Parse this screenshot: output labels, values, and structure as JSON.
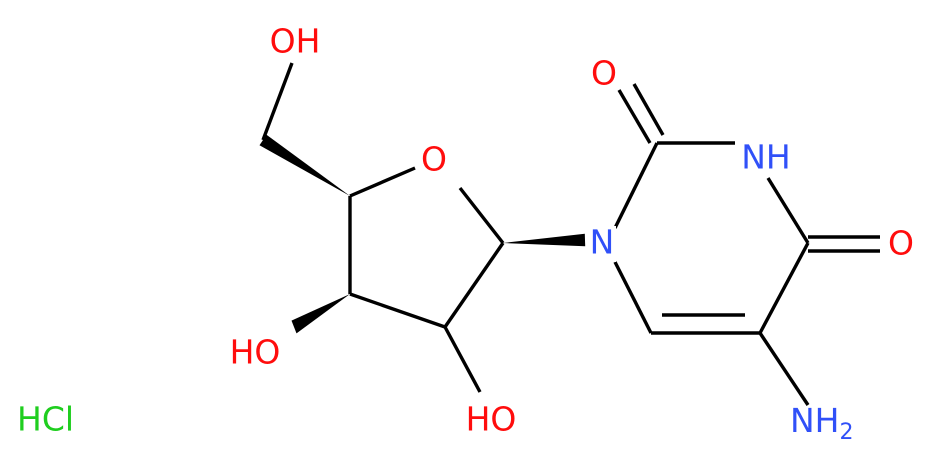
{
  "diagram": {
    "type": "chemical-structure",
    "colors": {
      "bond": "#000000",
      "oxygen": "#ff0d0d",
      "nitrogen": "#3050f8",
      "chlorine": "#1fce1f"
    },
    "atoms": {
      "o_ring": "O",
      "oh_top": "OH",
      "ho_left": "HO",
      "ho_bottom": "HO",
      "o_c2": "O",
      "nh": "NH",
      "o_c4": "O",
      "n1": "N",
      "nh2_main": "NH",
      "nh2_sub": "2",
      "hcl": "HCl"
    }
  }
}
